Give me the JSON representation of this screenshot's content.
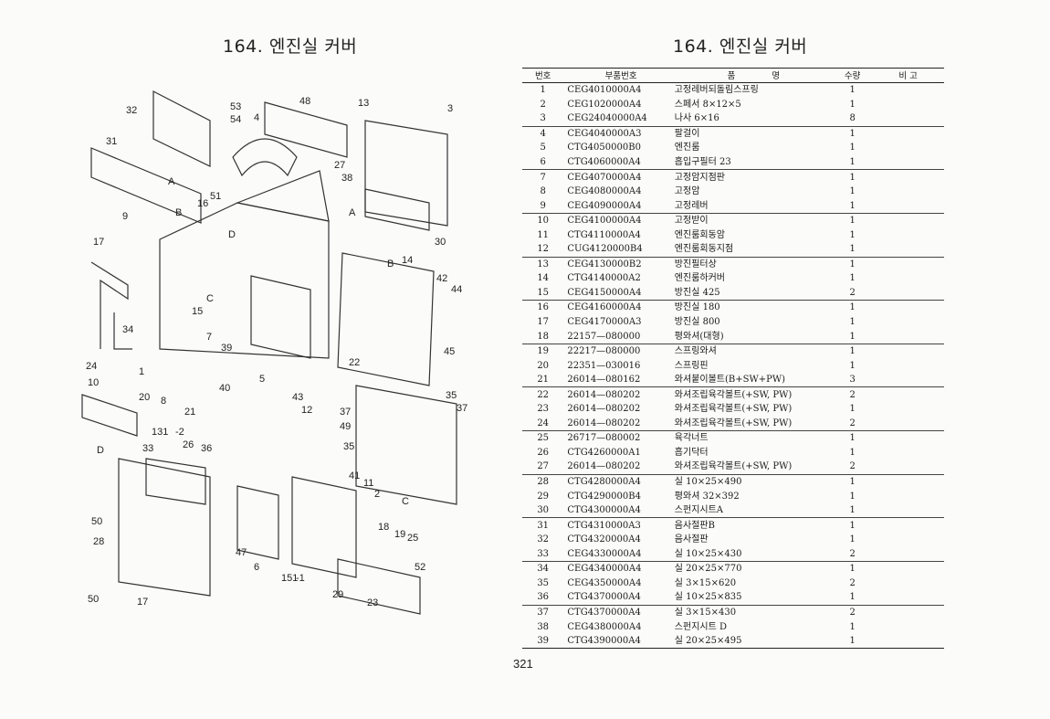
{
  "left_title": "164. 엔진실 커버",
  "right_title": "164. 엔진실 커버",
  "page_number": "321",
  "table": {
    "headers": {
      "no": "번호",
      "part_no": "부품번호",
      "name_1": "품",
      "name_2": "명",
      "qty": "수량",
      "remarks": "비  고"
    },
    "rows": [
      {
        "no": "1",
        "part_no": "CEG4010000A4",
        "name": "고정레버되돌림스프링",
        "qty": "1"
      },
      {
        "no": "2",
        "part_no": "CEG1020000A4",
        "name": "스페서 8×12×5",
        "qty": "1"
      },
      {
        "no": "3",
        "part_no": "CEG24040000A4",
        "name": "나사 6×16",
        "qty": "8"
      },
      {
        "no": "4",
        "part_no": "CEG4040000A3",
        "name": "팔걸이",
        "qty": "1"
      },
      {
        "no": "5",
        "part_no": "CTG4050000B0",
        "name": "엔진룸",
        "qty": "1"
      },
      {
        "no": "6",
        "part_no": "CTG4060000A4",
        "name": "흡입구필터 23",
        "qty": "1"
      },
      {
        "no": "7",
        "part_no": "CEG4070000A4",
        "name": "고정암지점판",
        "qty": "1"
      },
      {
        "no": "8",
        "part_no": "CEG4080000A4",
        "name": "고정암",
        "qty": "1"
      },
      {
        "no": "9",
        "part_no": "CEG4090000A4",
        "name": "고정레버",
        "qty": "1"
      },
      {
        "no": "10",
        "part_no": "CEG4100000A4",
        "name": "고정받이",
        "qty": "1"
      },
      {
        "no": "11",
        "part_no": "CTG4110000A4",
        "name": "엔진룸회동암",
        "qty": "1"
      },
      {
        "no": "12",
        "part_no": "CUG4120000B4",
        "name": "엔진룸회동지점",
        "qty": "1"
      },
      {
        "no": "13",
        "part_no": "CEG4130000B2",
        "name": "방진필터상",
        "qty": "1"
      },
      {
        "no": "14",
        "part_no": "CTG4140000A2",
        "name": "엔진룸하커버",
        "qty": "1"
      },
      {
        "no": "15",
        "part_no": "CEG4150000A4",
        "name": "방진실 425",
        "qty": "2"
      },
      {
        "no": "16",
        "part_no": "CEG4160000A4",
        "name": "방진실 180",
        "qty": "1"
      },
      {
        "no": "17",
        "part_no": "CEG4170000A3",
        "name": "방진실 800",
        "qty": "1"
      },
      {
        "no": "18",
        "part_no": "22157—080000",
        "name": "평와셔(대형)",
        "qty": "1"
      },
      {
        "no": "19",
        "part_no": "22217—080000",
        "name": "스프링와셔",
        "qty": "1"
      },
      {
        "no": "20",
        "part_no": "22351—030016",
        "name": "스프링핀",
        "qty": "1"
      },
      {
        "no": "21",
        "part_no": "26014—080162",
        "name": "와셔붙이볼트(B+SW+PW)",
        "qty": "3"
      },
      {
        "no": "22",
        "part_no": "26014—080202",
        "name": "와셔조립육각볼트(+SW, PW)",
        "qty": "2"
      },
      {
        "no": "23",
        "part_no": "26014—080202",
        "name": "와셔조립육각볼트(+SW, PW)",
        "qty": "1"
      },
      {
        "no": "24",
        "part_no": "26014—080202",
        "name": "와셔조립육각볼트(+SW, PW)",
        "qty": "2"
      },
      {
        "no": "25",
        "part_no": "26717—080002",
        "name": "육각너트",
        "qty": "1"
      },
      {
        "no": "26",
        "part_no": "CTG4260000A1",
        "name": "흡기닥터",
        "qty": "1"
      },
      {
        "no": "27",
        "part_no": "26014—080202",
        "name": "와셔조립육각볼트(+SW, PW)",
        "qty": "2"
      },
      {
        "no": "28",
        "part_no": "CTG4280000A4",
        "name": "실 10×25×490",
        "qty": "1"
      },
      {
        "no": "29",
        "part_no": "CTG4290000B4",
        "name": "평와셔 32×392",
        "qty": "1"
      },
      {
        "no": "30",
        "part_no": "CTG4300000A4",
        "name": "스펀지시트A",
        "qty": "1"
      },
      {
        "no": "31",
        "part_no": "CTG4310000A3",
        "name": "음사절판B",
        "qty": "1"
      },
      {
        "no": "32",
        "part_no": "CTG4320000A4",
        "name": "음사절판",
        "qty": "1"
      },
      {
        "no": "33",
        "part_no": "CEG4330000A4",
        "name": "실 10×25×430",
        "qty": "2"
      },
      {
        "no": "34",
        "part_no": "CEG4340000A4",
        "name": "실 20×25×770",
        "qty": "1"
      },
      {
        "no": "35",
        "part_no": "CEG4350000A4",
        "name": "실 3×15×620",
        "qty": "2"
      },
      {
        "no": "36",
        "part_no": "CTG4370000A4",
        "name": "실 10×25×835",
        "qty": "1"
      },
      {
        "no": "37",
        "part_no": "CTG4370000A4",
        "name": "실 3×15×430",
        "qty": "2"
      },
      {
        "no": "38",
        "part_no": "CEG4380000A4",
        "name": "스펀지시트 D",
        "qty": "1"
      },
      {
        "no": "39",
        "part_no": "CTG4390000A4",
        "name": "실 20×25×495",
        "qty": "1"
      }
    ]
  },
  "diagram": {
    "callouts": [
      "32",
      "53",
      "54",
      "4",
      "48",
      "13",
      "3",
      "31",
      "38",
      "27",
      "A",
      "51",
      "B",
      "16",
      "D",
      "A",
      "9",
      "30",
      "17",
      "B",
      "14",
      "42",
      "44",
      "15",
      "C",
      "34",
      "7",
      "39",
      "45",
      "24",
      "1",
      "5",
      "22",
      "10",
      "20",
      "8",
      "40",
      "43",
      "12",
      "35",
      "37",
      "21",
      "37",
      "49",
      "131",
      "-2",
      "35",
      "D",
      "33",
      "26",
      "36",
      "41",
      "11",
      "2",
      "C",
      "50",
      "18",
      "19",
      "25",
      "28",
      "47",
      "6",
      "52",
      "151",
      "-1",
      "50",
      "17",
      "29",
      "23"
    ]
  }
}
